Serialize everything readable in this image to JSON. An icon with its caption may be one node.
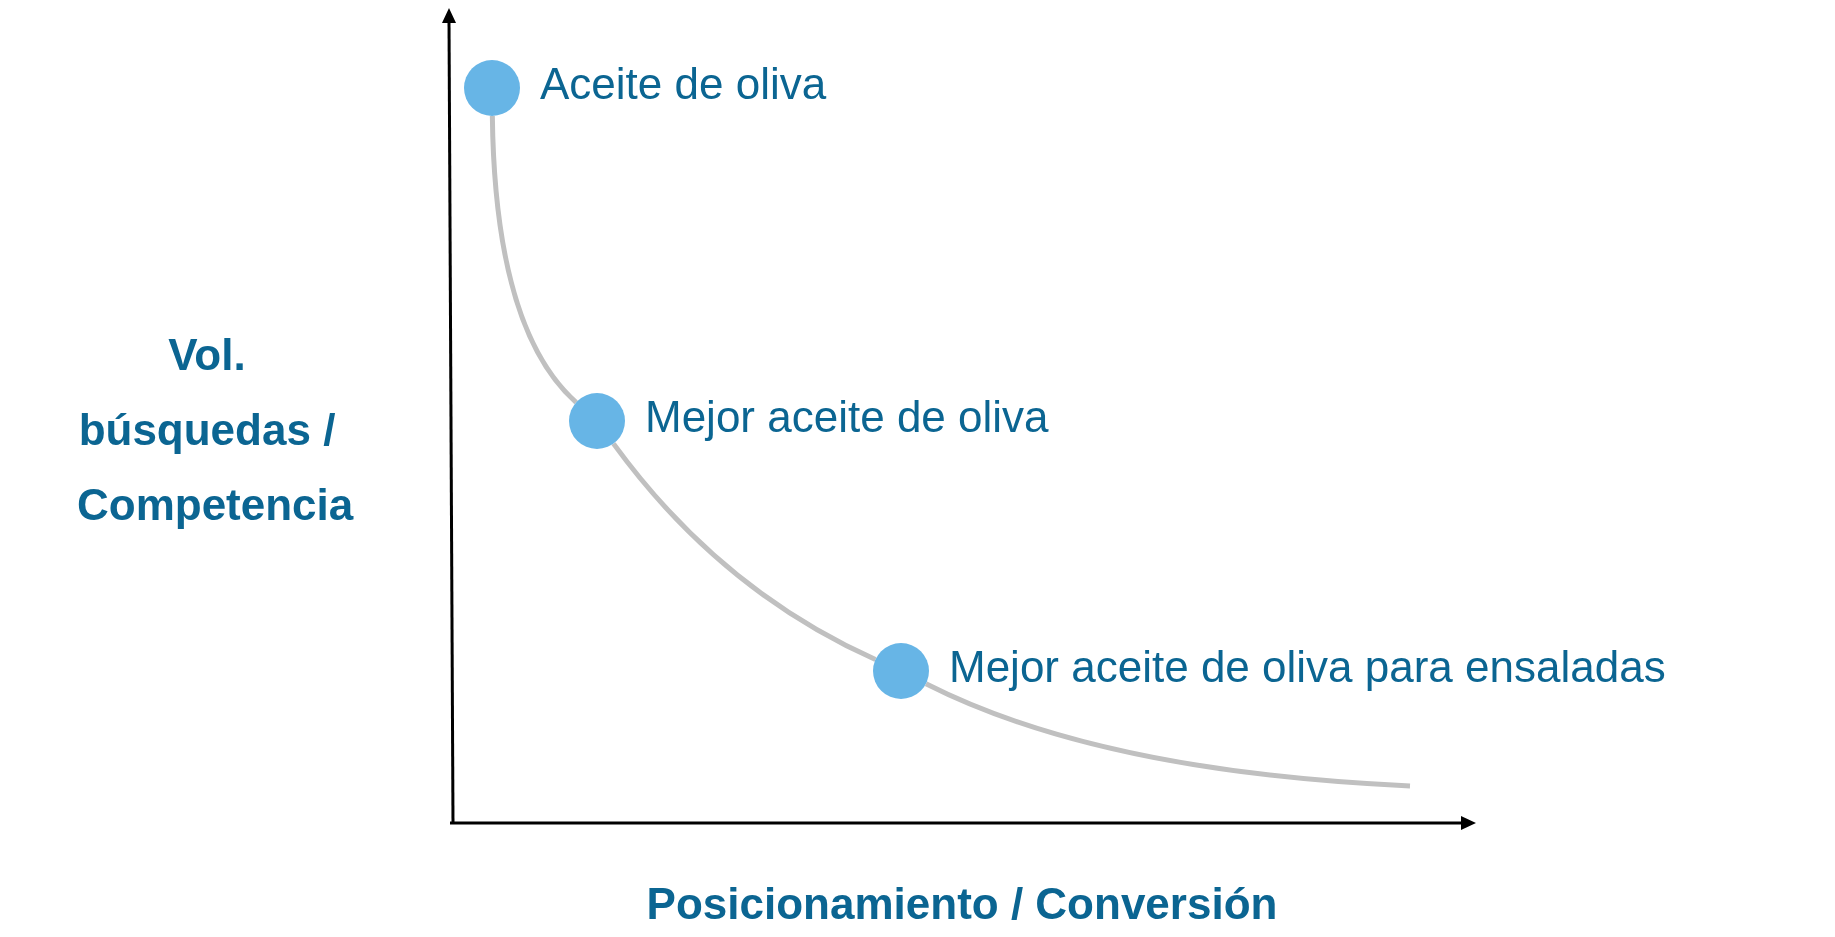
{
  "diagram": {
    "nodes": [
      {
        "text": [],
        "shape": "circle",
        "beside": [
          "Aceite de oliva"
        ]
      },
      {
        "text": [],
        "shape": "circle",
        "beside": [
          "Mejor aceite de oliva"
        ]
      },
      {
        "text": [],
        "shape": "circle",
        "beside": [
          "Mejor aceite de oliva para ensaladas"
        ]
      }
    ],
    "edges": [
      {
        "from": 0,
        "to": 1,
        "arrow": "none"
      },
      {
        "from": 1,
        "to": 2,
        "arrow": "none"
      },
      {
        "from": 2,
        "to": null,
        "arrow": "none"
      }
    ],
    "labels": [
      "Vol. búsquedas / Competencia",
      "Posicionamiento / Conversión"
    ]
  }
}
